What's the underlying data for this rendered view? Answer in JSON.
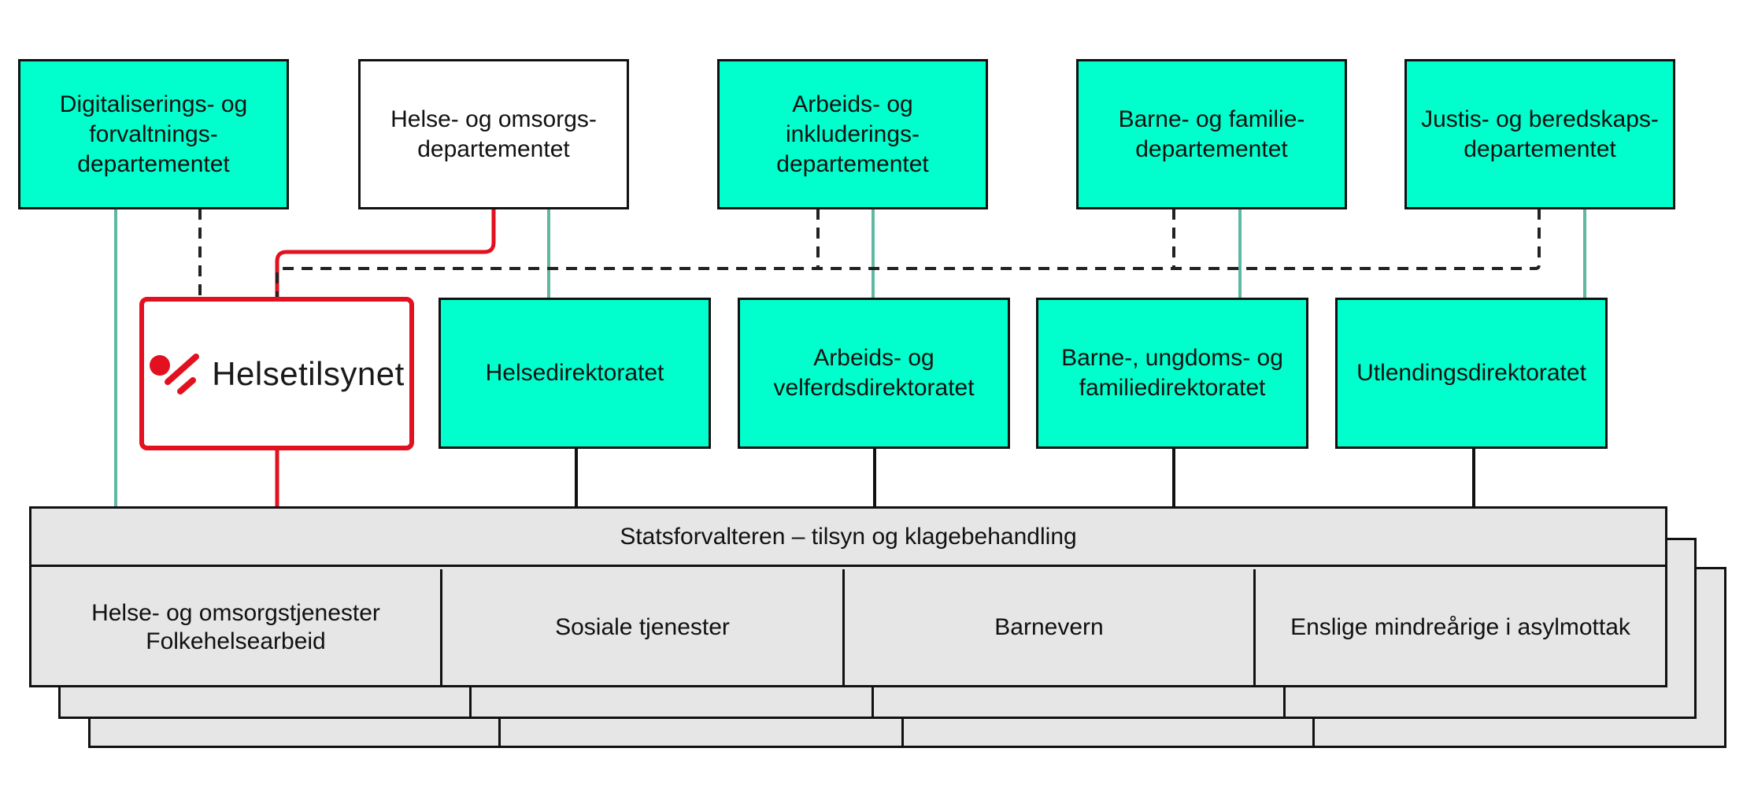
{
  "colors": {
    "ministry": "#00FFCC",
    "directorate": "#00FFCC",
    "helsetilsynet_red": "#E3101F",
    "supervision_line": "#5FB8A0",
    "panel": "#e6e6e6"
  },
  "ministries": [
    {
      "label": "Digitaliserings- og\nforvaltnings-\ndepartementet"
    },
    {
      "label": "Helse- og omsorgs-\ndepartementet"
    },
    {
      "label": "Arbeids- og\ninkluderings-\ndepartementet"
    },
    {
      "label": "Barne- og familie-\ndepartementet"
    },
    {
      "label": "Justis- og beredskaps-\ndepartementet"
    }
  ],
  "helsetilsynet": {
    "logo_text": "Helsetilsynet",
    "icon": "helsetilsynet-logo-icon"
  },
  "directorates": [
    {
      "label": "Helsedirektoratet"
    },
    {
      "label": "Arbeids- og\nvelferdsdirektoratet"
    },
    {
      "label": "Barne-, ungdoms- og\nfamiliedirektoratet"
    },
    {
      "label": "Utlendingsdirektoratet"
    }
  ],
  "statsforvalteren": {
    "header": "Statsforvalteren – tilsyn og klagebehandling",
    "areas": [
      {
        "label": "Helse- og omsorgstjenester\nFolkehelsearbeid"
      },
      {
        "label": "Sosiale tjenester"
      },
      {
        "label": "Barnevern"
      },
      {
        "label": "Enslige mindreårige i asylmottak"
      }
    ]
  }
}
